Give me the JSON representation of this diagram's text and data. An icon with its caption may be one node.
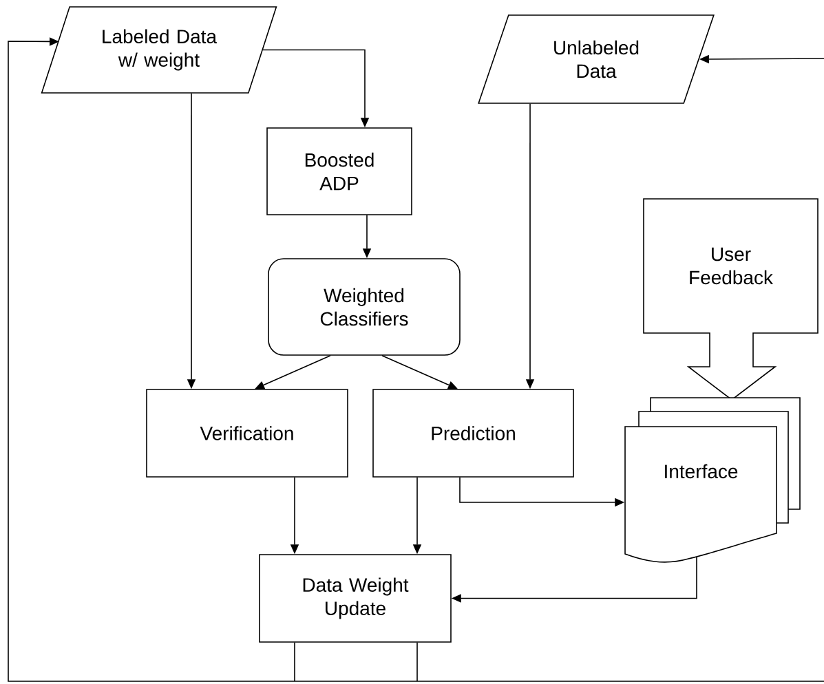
{
  "diagram": {
    "nodes": [
      {
        "text": [
          "Labeled Data w/ weight"
        ]
      },
      {
        "text": [
          "Unlabeled Data"
        ]
      },
      {
        "text": [
          "Boosted ADP"
        ]
      },
      {
        "text": [
          "Weighted Classifiers"
        ]
      },
      {
        "text": [
          "User Feedback"
        ]
      },
      {
        "text": [
          "Verification"
        ]
      },
      {
        "text": [
          "Prediction"
        ]
      },
      {
        "text": [
          "Interface"
        ]
      },
      {
        "text": [
          "Data Weight Update"
        ]
      }
    ],
    "edges": [
      {
        "from": 0,
        "to": 2,
        "arrow": "to"
      },
      {
        "from": 0,
        "to": 5,
        "arrow": "to"
      },
      {
        "from": 1,
        "to": 6,
        "arrow": "to"
      },
      {
        "from": 2,
        "to": 3,
        "arrow": "to"
      },
      {
        "from": 3,
        "to": 5,
        "arrow": "to"
      },
      {
        "from": 3,
        "to": 6,
        "arrow": "to"
      },
      {
        "from": 5,
        "to": 8,
        "arrow": "to"
      },
      {
        "from": 6,
        "to": 8,
        "arrow": "to"
      },
      {
        "from": 6,
        "to": 7,
        "arrow": "to"
      },
      {
        "from": 7,
        "to": 8,
        "arrow": "to"
      },
      {
        "from": 8,
        "to": 0,
        "arrow": "to"
      },
      {
        "from": null,
        "to": 1,
        "arrow": "to"
      }
    ]
  }
}
